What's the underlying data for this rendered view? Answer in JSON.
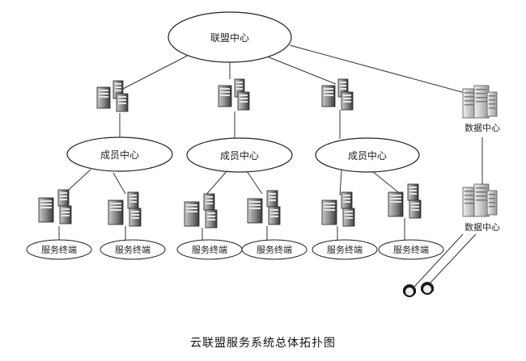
{
  "diagram": {
    "root": {
      "label": "联盟中心"
    },
    "members": [
      {
        "label": "成员中心",
        "terminals": [
          "服务终端",
          "服务终端"
        ]
      },
      {
        "label": "成员中心",
        "terminals": [
          "服务终端",
          "服务终端"
        ]
      },
      {
        "label": "成员中心",
        "terminals": [
          "服务终端",
          "服务终端"
        ]
      }
    ],
    "data_centers": [
      {
        "label": "数据中心"
      },
      {
        "label": "数据中心"
      }
    ],
    "caption": "云联盟服务系统总体拓扑图"
  }
}
